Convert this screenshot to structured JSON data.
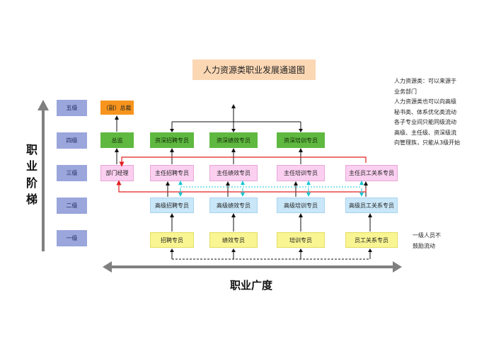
{
  "title": "人力资源类职业发展通道图",
  "y_axis_label": [
    "职",
    "业",
    "阶",
    "梯"
  ],
  "x_axis_label": "职业广度",
  "levels": [
    "五级",
    "四级",
    "三级",
    "二级",
    "一级"
  ],
  "nodes": {
    "level5": "（副）总裁",
    "level4": [
      "总监",
      "资深招聘专员",
      "资深绩效专员",
      "资深培训专员"
    ],
    "level3": [
      "部门经理",
      "主任招聘专员",
      "主任绩效专员",
      "主任培训专员",
      "主任员工关系专员"
    ],
    "level2": [
      "高级招聘专员",
      "高级绩效专员",
      "高级培训专员",
      "高级员工关系专员"
    ],
    "level1": [
      "招聘专员",
      "绩效专员",
      "培训专员",
      "员工关系专员"
    ]
  },
  "note_right": [
    "人力资源类：可以来源于",
    "业务部门",
    "人力资源类也可以向高级",
    "秘书类、体系优化类流动",
    "各子专业间只能同级流动",
    "高级、主任级、资深级流",
    "向管理族，只能从3级开始"
  ],
  "note_level1": [
    "一级人员不",
    "鼓励流动"
  ],
  "colors": {
    "level_box": "#9aa6dc",
    "executive": "#f7941d",
    "level4": "#5fb840",
    "level3": "#fbcff0",
    "level2": "#c9e7f8",
    "level1": "#f9f592",
    "title_bg": "#fbd7b4",
    "red_arrow": "#e02020",
    "cyan_arrow": "#19c6d6",
    "axis": "#808080"
  }
}
